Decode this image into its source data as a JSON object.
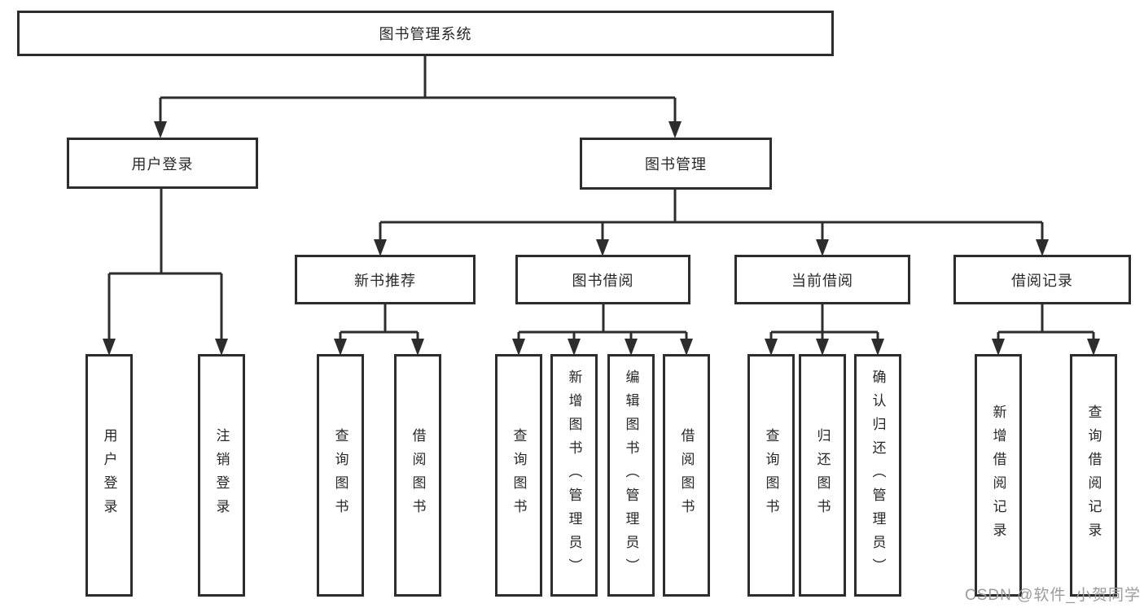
{
  "colors": {
    "line": "#2d2d2d",
    "text": "#282828",
    "background": "#ffffff",
    "watermark": "#9b9b9b"
  },
  "watermark": "CSDN @软件_小贺同学",
  "nodes": {
    "root": "图书管理系统",
    "user_login": "用户登录",
    "book_mgmt": "图书管理",
    "new_book_rec": "新书推荐",
    "book_borrow": "图书借阅",
    "current_borrow": "当前借阅",
    "borrow_records": "借阅记录",
    "leaf_user_login": "用户登录",
    "leaf_logout": "注销登录",
    "leaf_nbr_query": "查询图书",
    "leaf_nbr_borrow": "借阅图书",
    "leaf_bb_query": "查询图书",
    "leaf_bb_add": "新增图书（管理员）",
    "leaf_bb_edit": "编辑图书（管理员）",
    "leaf_bb_borrow": "借阅图书",
    "leaf_cb_query": "查询图书",
    "leaf_cb_return": "归还图书",
    "leaf_cb_confirm": "确认归还（管理员）",
    "leaf_br_add": "新增借阅记录",
    "leaf_br_query": "查询借阅记录"
  },
  "tree": {
    "图书管理系统": {
      "用户登录": [
        "用户登录",
        "注销登录"
      ],
      "图书管理": {
        "新书推荐": [
          "查询图书",
          "借阅图书"
        ],
        "图书借阅": [
          "查询图书",
          "新增图书（管理员）",
          "编辑图书（管理员）",
          "借阅图书"
        ],
        "当前借阅": [
          "查询图书",
          "归还图书",
          "确认归还（管理员）"
        ],
        "借阅记录": [
          "新增借阅记录",
          "查询借阅记录"
        ]
      }
    }
  }
}
